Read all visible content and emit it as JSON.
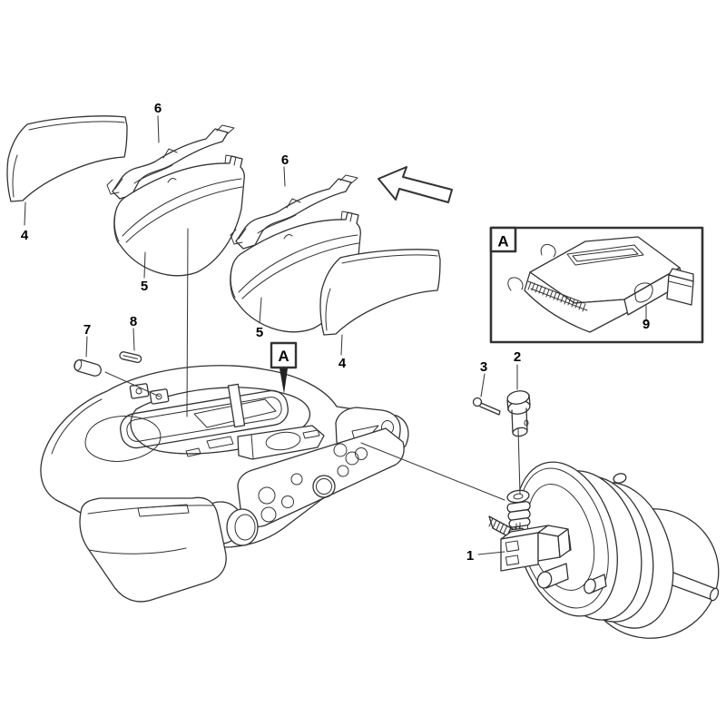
{
  "colors": {
    "background": "#ffffff",
    "line": "#333333",
    "label": "#000000"
  },
  "callouts": {
    "outer_plate_left": {
      "label": "4"
    },
    "spring_left": {
      "label": "6"
    },
    "pad_left": {
      "label": "5"
    },
    "spring_right": {
      "label": "6"
    },
    "pad_right": {
      "label": "5"
    },
    "outer_plate_right": {
      "label": "4"
    },
    "guide_pin": {
      "label": "7"
    },
    "lock_pin": {
      "label": "8"
    },
    "yoke": {
      "label": "1"
    },
    "clevis_pin": {
      "label": "2"
    },
    "cotter_pin": {
      "label": "3"
    },
    "cover": {
      "label": "9"
    }
  },
  "markers": {
    "detail_box_label": "A",
    "detail_reference_label": "A"
  },
  "icons": {
    "direction_arrow": "outline-arrow-up-left"
  }
}
